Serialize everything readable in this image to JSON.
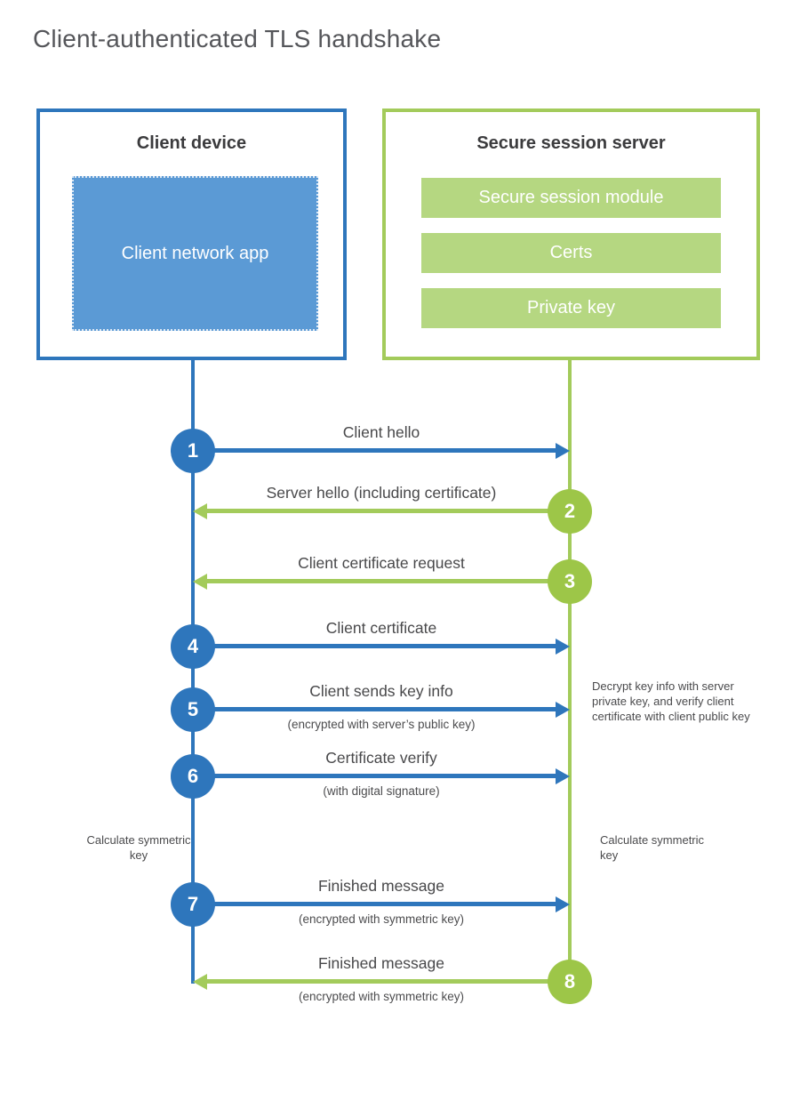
{
  "title": "Client-authenticated TLS handshake",
  "colors": {
    "blue": "#2e76bc",
    "blue_fill": "#5b9ad5",
    "green_line": "#a3cb5b",
    "green_circle": "#9dc648",
    "green_fill": "#b5d781",
    "label_text": "#48484a"
  },
  "client": {
    "title": "Client device",
    "app_label": "Client network app"
  },
  "server": {
    "title": "Secure session server",
    "modules": [
      "Secure session module",
      "Certs",
      "Private key"
    ]
  },
  "steps": [
    {
      "number": "1",
      "label": "Client hello",
      "sublabel": "",
      "direction": "right",
      "color": "blue"
    },
    {
      "number": "2",
      "label": "Server hello (including certificate)",
      "sublabel": "",
      "direction": "left",
      "color": "green"
    },
    {
      "number": "3",
      "label": "Client certificate request",
      "sublabel": "",
      "direction": "left",
      "color": "green"
    },
    {
      "number": "4",
      "label": "Client certificate",
      "sublabel": "",
      "direction": "right",
      "color": "blue"
    },
    {
      "number": "5",
      "label": "Client sends key info",
      "sublabel": "(encrypted with server’s public key)",
      "direction": "right",
      "color": "blue"
    },
    {
      "number": "6",
      "label": "Certificate verify",
      "sublabel": "(with digital signature)",
      "direction": "right",
      "color": "blue"
    },
    {
      "number": "7",
      "label": "Finished message",
      "sublabel": "(encrypted with symmetric key)",
      "direction": "right",
      "color": "blue"
    },
    {
      "number": "8",
      "label": "Finished message",
      "sublabel": "(encrypted with symmetric key)",
      "direction": "left",
      "color": "green"
    }
  ],
  "annotations": {
    "decrypt_note": "Decrypt key info with server private key, and verify client certificate with client public key",
    "calc_left": "Calculate symmetric key",
    "calc_right": "Calculate symmetric key"
  }
}
